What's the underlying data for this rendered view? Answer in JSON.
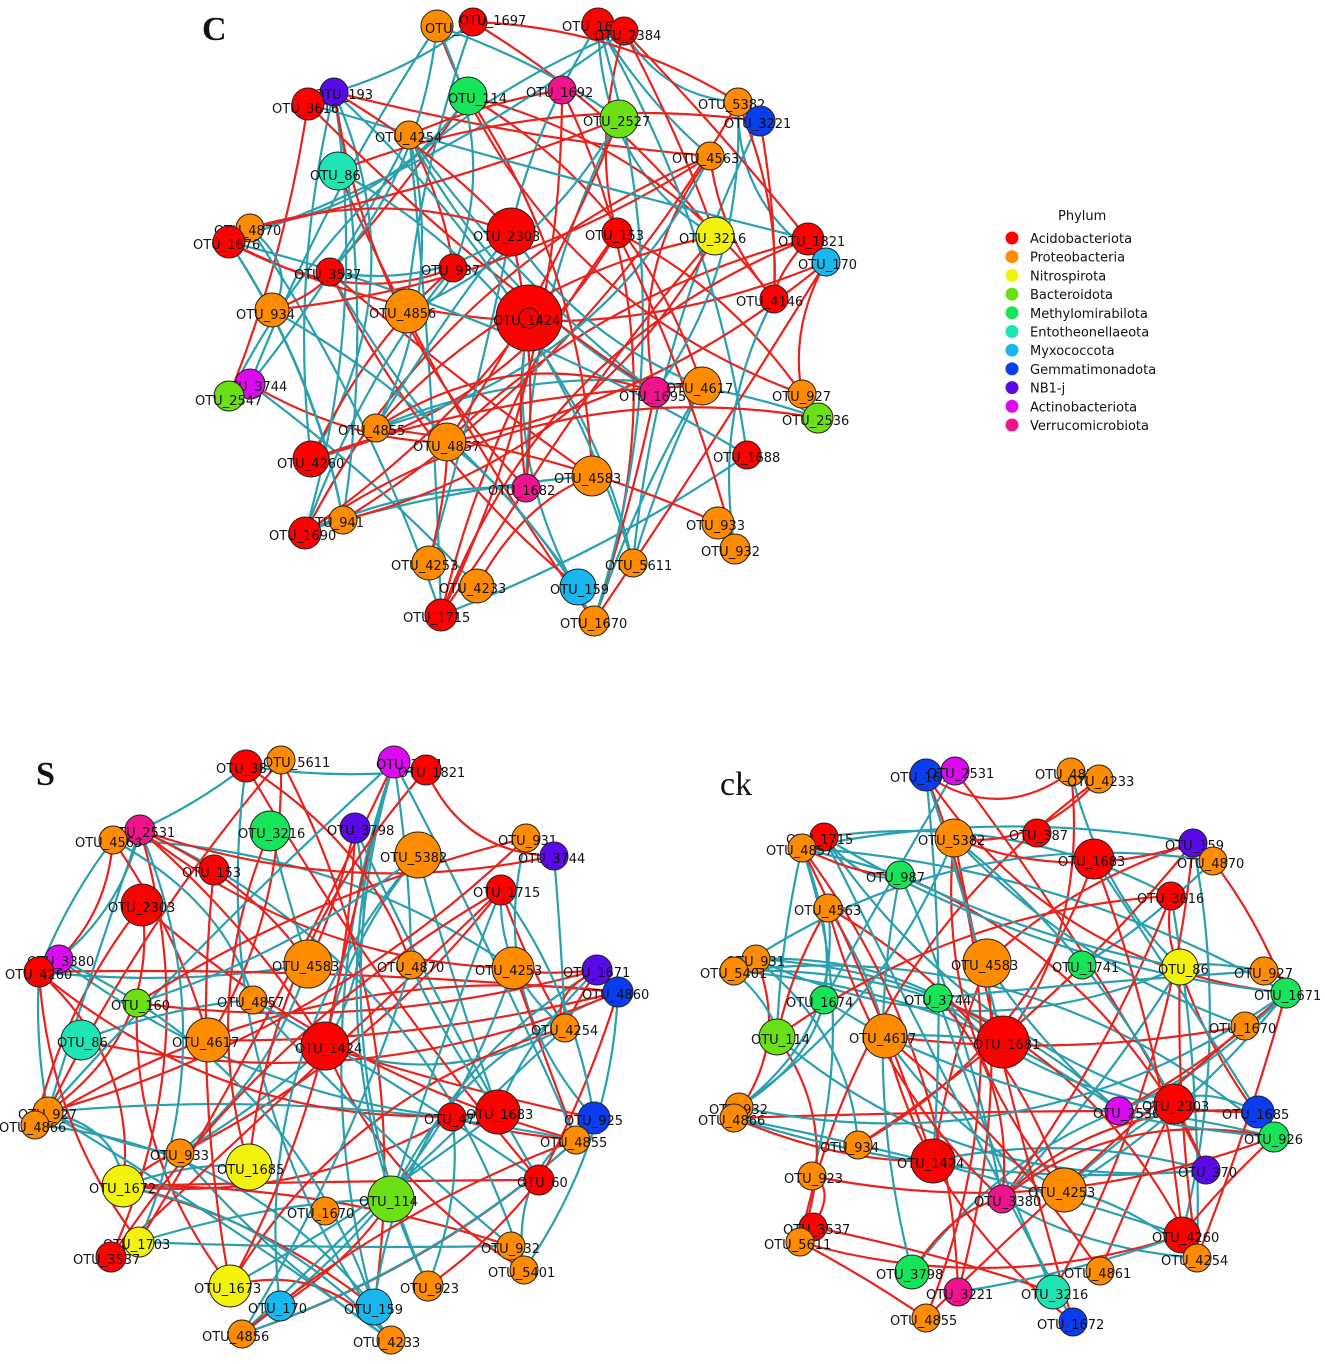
{
  "colors": {
    "positive_edge": "#e8231e",
    "negative_edge": "#2a9fae",
    "node_stroke": "#222222"
  },
  "legend": {
    "title": "Phylum",
    "items": [
      {
        "label": "Acidobacteriota",
        "color": "#ff0000"
      },
      {
        "label": "Proteobacteria",
        "color": "#ff8c00"
      },
      {
        "label": "Nitrospirota",
        "color": "#f2f20a"
      },
      {
        "label": "Bacteroidota",
        "color": "#6be015"
      },
      {
        "label": "Methylomirabilota",
        "color": "#16e55a"
      },
      {
        "label": "Entotheonellaeota",
        "color": "#1de6b4"
      },
      {
        "label": "Myxococcota",
        "color": "#19b7f0"
      },
      {
        "label": "Gemmatimonadota",
        "color": "#0a3cf0"
      },
      {
        "label": "NB1-j",
        "color": "#5a0ae6"
      },
      {
        "label": "Actinobacteriota",
        "color": "#dc0af0"
      },
      {
        "label": "Verrucomicrobiota",
        "color": "#f0148c"
      }
    ]
  },
  "panels": [
    {
      "label": "C",
      "nodes": [
        {
          "id": "OTU_923",
          "phylum": "Proteobacteria"
        },
        {
          "id": "OTU_1697",
          "phylum": "Acidobacteriota"
        },
        {
          "id": "OTU_1683",
          "phylum": "Acidobacteriota"
        },
        {
          "id": "OTU_2384",
          "phylum": "Acidobacteriota"
        },
        {
          "id": "OTU_193",
          "phylum": "NB1-j"
        },
        {
          "id": "OTU_3616",
          "phylum": "Acidobacteriota"
        },
        {
          "id": "OTU_114",
          "phylum": "Methylomirabilota"
        },
        {
          "id": "OTU_1692",
          "phylum": "Verrucomicrobiota"
        },
        {
          "id": "OTU_2527",
          "phylum": "Bacteroidota"
        },
        {
          "id": "OTU_5382",
          "phylum": "Proteobacteria"
        },
        {
          "id": "OTU_3221",
          "phylum": "Gemmatimonadota"
        },
        {
          "id": "OTU_4254",
          "phylum": "Proteobacteria"
        },
        {
          "id": "OTU_86",
          "phylum": "Entotheonellaeota"
        },
        {
          "id": "OTU_4563",
          "phylum": "Proteobacteria"
        },
        {
          "id": "OTU_4870",
          "phylum": "Proteobacteria"
        },
        {
          "id": "OTU_1676",
          "phylum": "Acidobacteriota"
        },
        {
          "id": "OTU_2303",
          "phylum": "Acidobacteriota"
        },
        {
          "id": "OTU_153",
          "phylum": "Acidobacteriota"
        },
        {
          "id": "OTU_3216",
          "phylum": "Nitrospirota"
        },
        {
          "id": "OTU_1821",
          "phylum": "Acidobacteriota"
        },
        {
          "id": "OTU_170",
          "phylum": "Myxococcota"
        },
        {
          "id": "OTU_3537",
          "phylum": "Acidobacteriota"
        },
        {
          "id": "OTU_937",
          "phylum": "Acidobacteriota"
        },
        {
          "id": "OTU_4146",
          "phylum": "Acidobacteriota"
        },
        {
          "id": "OTU_934",
          "phylum": "Proteobacteria"
        },
        {
          "id": "OTU_4856",
          "phylum": "Proteobacteria"
        },
        {
          "id": "OTU_1424",
          "phylum": "Acidobacteriota"
        },
        {
          "id": "OTU_3744",
          "phylum": "Actinobacteriota"
        },
        {
          "id": "OTU_2547",
          "phylum": "Bacteroidota"
        },
        {
          "id": "OTU_1695",
          "phylum": "Verrucomicrobiota"
        },
        {
          "id": "OTU_4617",
          "phylum": "Proteobacteria"
        },
        {
          "id": "OTU_927",
          "phylum": "Proteobacteria"
        },
        {
          "id": "OTU_2536",
          "phylum": "Bacteroidota"
        },
        {
          "id": "OTU_4855",
          "phylum": "Proteobacteria"
        },
        {
          "id": "OTU_4857",
          "phylum": "Proteobacteria"
        },
        {
          "id": "OTU_4260",
          "phylum": "Acidobacteriota"
        },
        {
          "id": "OTU_1688",
          "phylum": "Acidobacteriota"
        },
        {
          "id": "OTU_1682",
          "phylum": "Verrucomicrobiota"
        },
        {
          "id": "OTU_4583",
          "phylum": "Proteobacteria"
        },
        {
          "id": "OTU_941",
          "phylum": "Proteobacteria"
        },
        {
          "id": "OTU_1690",
          "phylum": "Acidobacteriota"
        },
        {
          "id": "OTU_933",
          "phylum": "Proteobacteria"
        },
        {
          "id": "OTU_932",
          "phylum": "Proteobacteria"
        },
        {
          "id": "OTU_4253",
          "phylum": "Proteobacteria"
        },
        {
          "id": "OTU_5611",
          "phylum": "Proteobacteria"
        },
        {
          "id": "OTU_4233",
          "phylum": "Proteobacteria"
        },
        {
          "id": "OTU_159",
          "phylum": "Myxococcota"
        },
        {
          "id": "OTU_1715",
          "phylum": "Acidobacteriota"
        },
        {
          "id": "OTU_1670",
          "phylum": "Proteobacteria"
        }
      ]
    },
    {
      "label": "S",
      "nodes": [
        {
          "id": "OTU_387",
          "phylum": "Acidobacteriota"
        },
        {
          "id": "OTU_5611",
          "phylum": "Proteobacteria"
        },
        {
          "id": "OTU_3231",
          "phylum": "Actinobacteriota"
        },
        {
          "id": "OTU_1821",
          "phylum": "Acidobacteriota"
        },
        {
          "id": "OTU_2531",
          "phylum": "Verrucomicrobiota"
        },
        {
          "id": "OTU_4563",
          "phylum": "Proteobacteria"
        },
        {
          "id": "OTU_3216",
          "phylum": "Methylomirabilota"
        },
        {
          "id": "OTU_3798",
          "phylum": "NB1-j"
        },
        {
          "id": "OTU_931",
          "phylum": "Proteobacteria"
        },
        {
          "id": "OTU_153",
          "phylum": "Acidobacteriota"
        },
        {
          "id": "OTU_5382",
          "phylum": "Proteobacteria"
        },
        {
          "id": "OTU_3744",
          "phylum": "NB1-j"
        },
        {
          "id": "OTU_2303",
          "phylum": "Acidobacteriota"
        },
        {
          "id": "OTU_1715",
          "phylum": "Acidobacteriota"
        },
        {
          "id": "OTU_3380",
          "phylum": "Actinobacteriota"
        },
        {
          "id": "OTU_4260",
          "phylum": "Acidobacteriota"
        },
        {
          "id": "OTU_4583",
          "phylum": "Proteobacteria"
        },
        {
          "id": "OTU_4870",
          "phylum": "Proteobacteria"
        },
        {
          "id": "OTU_4253",
          "phylum": "Proteobacteria"
        },
        {
          "id": "OTU_1671",
          "phylum": "NB1-j"
        },
        {
          "id": "OTU_4860",
          "phylum": "Gemmatimonadota"
        },
        {
          "id": "OTU_160",
          "phylum": "Bacteroidota"
        },
        {
          "id": "OTU_4857",
          "phylum": "Proteobacteria"
        },
        {
          "id": "OTU_4254",
          "phylum": "Proteobacteria"
        },
        {
          "id": "OTU_86",
          "phylum": "Entotheonellaeota"
        },
        {
          "id": "OTU_4617",
          "phylum": "Proteobacteria"
        },
        {
          "id": "OTU_1424",
          "phylum": "Acidobacteriota"
        },
        {
          "id": "OTU_927",
          "phylum": "Proteobacteria"
        },
        {
          "id": "OTU_4866",
          "phylum": "Proteobacteria"
        },
        {
          "id": "OTU_472",
          "phylum": "Acidobacteriota"
        },
        {
          "id": "OTU_1683",
          "phylum": "Acidobacteriota"
        },
        {
          "id": "OTU_925",
          "phylum": "Gemmatimonadota"
        },
        {
          "id": "OTU_4855",
          "phylum": "Proteobacteria"
        },
        {
          "id": "OTU_933",
          "phylum": "Proteobacteria"
        },
        {
          "id": "OTU_1685",
          "phylum": "Nitrospirota"
        },
        {
          "id": "OTU_1672",
          "phylum": "Nitrospirota"
        },
        {
          "id": "OTU_60",
          "phylum": "Acidobacteriota"
        },
        {
          "id": "OTU_114",
          "phylum": "Bacteroidota"
        },
        {
          "id": "OTU_1670",
          "phylum": "Proteobacteria"
        },
        {
          "id": "OTU_1703",
          "phylum": "Nitrospirota"
        },
        {
          "id": "OTU_3537",
          "phylum": "Acidobacteriota"
        },
        {
          "id": "OTU_932",
          "phylum": "Proteobacteria"
        },
        {
          "id": "OTU_5401",
          "phylum": "Proteobacteria"
        },
        {
          "id": "OTU_1673",
          "phylum": "Nitrospirota"
        },
        {
          "id": "OTU_923",
          "phylum": "Proteobacteria"
        },
        {
          "id": "OTU_170",
          "phylum": "Myxococcota"
        },
        {
          "id": "OTU_159",
          "phylum": "Myxococcota"
        },
        {
          "id": "OTU_4856",
          "phylum": "Proteobacteria"
        },
        {
          "id": "OTU_4233",
          "phylum": "Proteobacteria"
        }
      ]
    },
    {
      "label": "ck",
      "nodes": [
        {
          "id": "OTU_1673",
          "phylum": "Gemmatimonadota"
        },
        {
          "id": "OTU_2531",
          "phylum": "Actinobacteriota"
        },
        {
          "id": "OTU_4856",
          "phylum": "Proteobacteria"
        },
        {
          "id": "OTU_4233",
          "phylum": "Proteobacteria"
        },
        {
          "id": "OTU_1715",
          "phylum": "Acidobacteriota"
        },
        {
          "id": "OTU_4857",
          "phylum": "Proteobacteria"
        },
        {
          "id": "OTU_5382",
          "phylum": "Proteobacteria"
        },
        {
          "id": "OTU_387",
          "phylum": "Acidobacteriota"
        },
        {
          "id": "OTU_159",
          "phylum": "NB1-j"
        },
        {
          "id": "OTU_1683",
          "phylum": "Acidobacteriota"
        },
        {
          "id": "OTU_4870",
          "phylum": "Proteobacteria"
        },
        {
          "id": "OTU_987",
          "phylum": "Methylomirabilota"
        },
        {
          "id": "OTU_3616",
          "phylum": "Acidobacteriota"
        },
        {
          "id": "OTU_4563",
          "phylum": "Proteobacteria"
        },
        {
          "id": "OTU_931",
          "phylum": "Proteobacteria"
        },
        {
          "id": "OTU_5401",
          "phylum": "Proteobacteria"
        },
        {
          "id": "OTU_4583",
          "phylum": "Proteobacteria"
        },
        {
          "id": "OTU_1741",
          "phylum": "Methylomirabilota"
        },
        {
          "id": "OTU_86",
          "phylum": "Nitrospirota"
        },
        {
          "id": "OTU_927",
          "phylum": "Proteobacteria"
        },
        {
          "id": "OTU_1671",
          "phylum": "Methylomirabilota"
        },
        {
          "id": "OTU_1674",
          "phylum": "Methylomirabilota"
        },
        {
          "id": "OTU_3744",
          "phylum": "Methylomirabilota"
        },
        {
          "id": "OTU_114",
          "phylum": "Bacteroidota"
        },
        {
          "id": "OTU_4617",
          "phylum": "Proteobacteria"
        },
        {
          "id": "OTU_1681",
          "phylum": "Acidobacteriota"
        },
        {
          "id": "OTU_1670",
          "phylum": "Proteobacteria"
        },
        {
          "id": "OTU_932",
          "phylum": "Proteobacteria"
        },
        {
          "id": "OTU_4866",
          "phylum": "Proteobacteria"
        },
        {
          "id": "OTU_2536",
          "phylum": "Actinobacteriota"
        },
        {
          "id": "OTU_2303",
          "phylum": "Acidobacteriota"
        },
        {
          "id": "OTU_1685",
          "phylum": "Gemmatimonadota"
        },
        {
          "id": "OTU_926",
          "phylum": "Methylomirabilota"
        },
        {
          "id": "OTU_934",
          "phylum": "Proteobacteria"
        },
        {
          "id": "OTU_1424",
          "phylum": "Acidobacteriota"
        },
        {
          "id": "OTU_370",
          "phylum": "NB1-j"
        },
        {
          "id": "OTU_923",
          "phylum": "Proteobacteria"
        },
        {
          "id": "OTU_3380",
          "phylum": "Verrucomicrobiota"
        },
        {
          "id": "OTU_4253",
          "phylum": "Proteobacteria"
        },
        {
          "id": "OTU_3537",
          "phylum": "Acidobacteriota"
        },
        {
          "id": "OTU_5611",
          "phylum": "Proteobacteria"
        },
        {
          "id": "OTU_4260",
          "phylum": "Acidobacteriota"
        },
        {
          "id": "OTU_4254",
          "phylum": "Proteobacteria"
        },
        {
          "id": "OTU_3798",
          "phylum": "Methylomirabilota"
        },
        {
          "id": "OTU_4861",
          "phylum": "Proteobacteria"
        },
        {
          "id": "OTU_3221",
          "phylum": "Verrucomicrobiota"
        },
        {
          "id": "OTU_3216",
          "phylum": "Entotheonellaeota"
        },
        {
          "id": "OTU_4855",
          "phylum": "Proteobacteria"
        },
        {
          "id": "OTU_1672",
          "phylum": "Gemmatimonadota"
        }
      ]
    }
  ]
}
